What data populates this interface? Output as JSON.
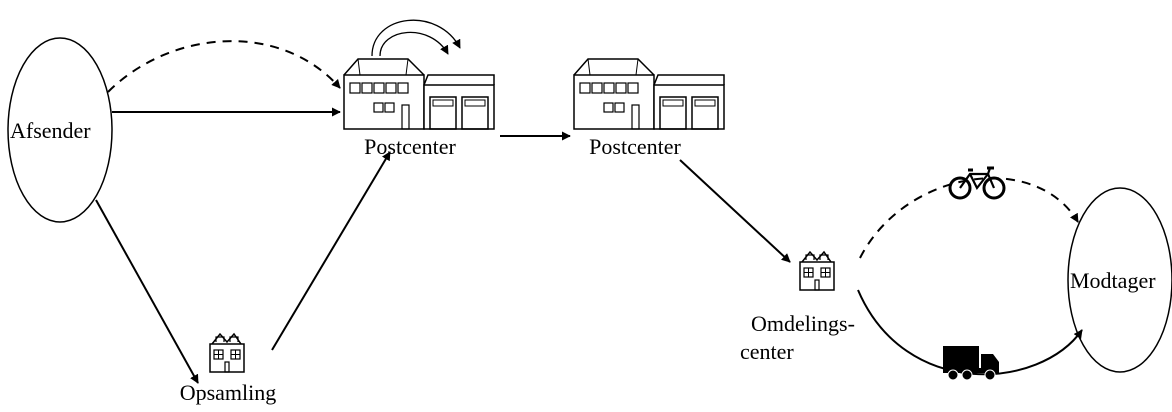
{
  "nodes": {
    "sender": "Afsender",
    "postcenter_1": "Postcenter",
    "postcenter_2": "Postcenter",
    "pickup": "Opsamling",
    "distribution_line1": "Omdelings-",
    "distribution_line2": "center",
    "receiver": "Modtager"
  },
  "icons": {
    "postcenter": "postcenter-building-icon",
    "pickup": "small-house-icon",
    "distribution": "small-house-icon",
    "bicycle": "bicycle-icon",
    "truck": "truck-icon"
  },
  "colors": {
    "stroke": "#000000",
    "background": "#ffffff"
  }
}
